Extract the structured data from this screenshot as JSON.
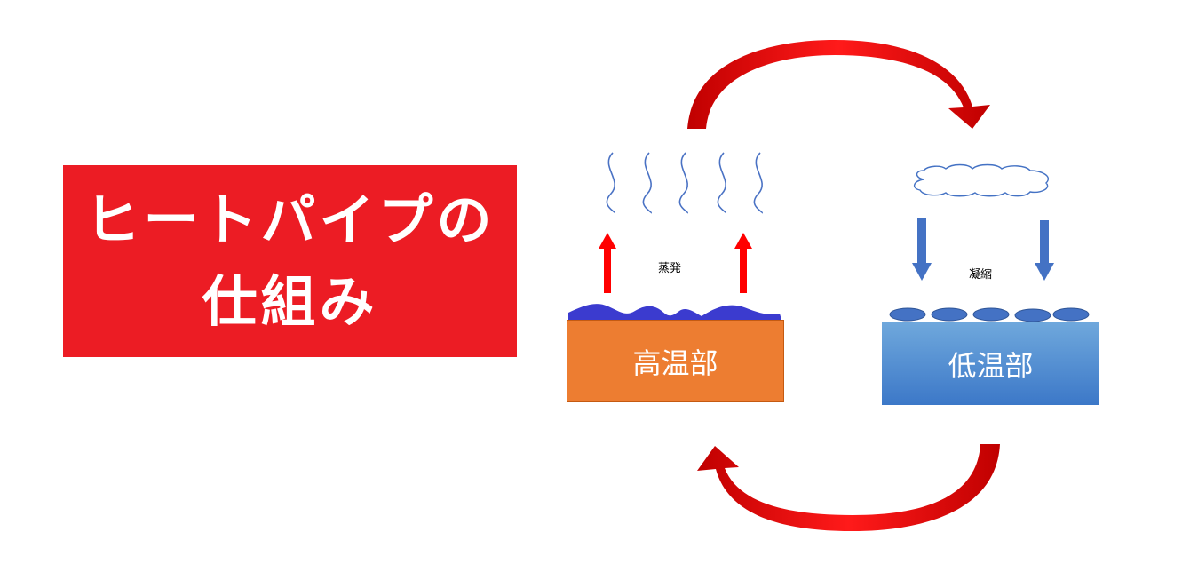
{
  "title": {
    "line1": "ヒートパイプの",
    "line2": "仕組み"
  },
  "hot_side": {
    "block_label": "高温部",
    "process_label": "蒸発"
  },
  "cold_side": {
    "block_label": "低温部",
    "process_label": "凝縮"
  },
  "colors": {
    "title_background": "#ec1c24",
    "hot_block": "#ed7d31",
    "cold_block": "#5b9bd5",
    "liquid": "#3f3fcf",
    "cycle_arrow": "#e00000",
    "vapor_lines": "#4a72c4",
    "down_arrow": "#4472c4"
  }
}
